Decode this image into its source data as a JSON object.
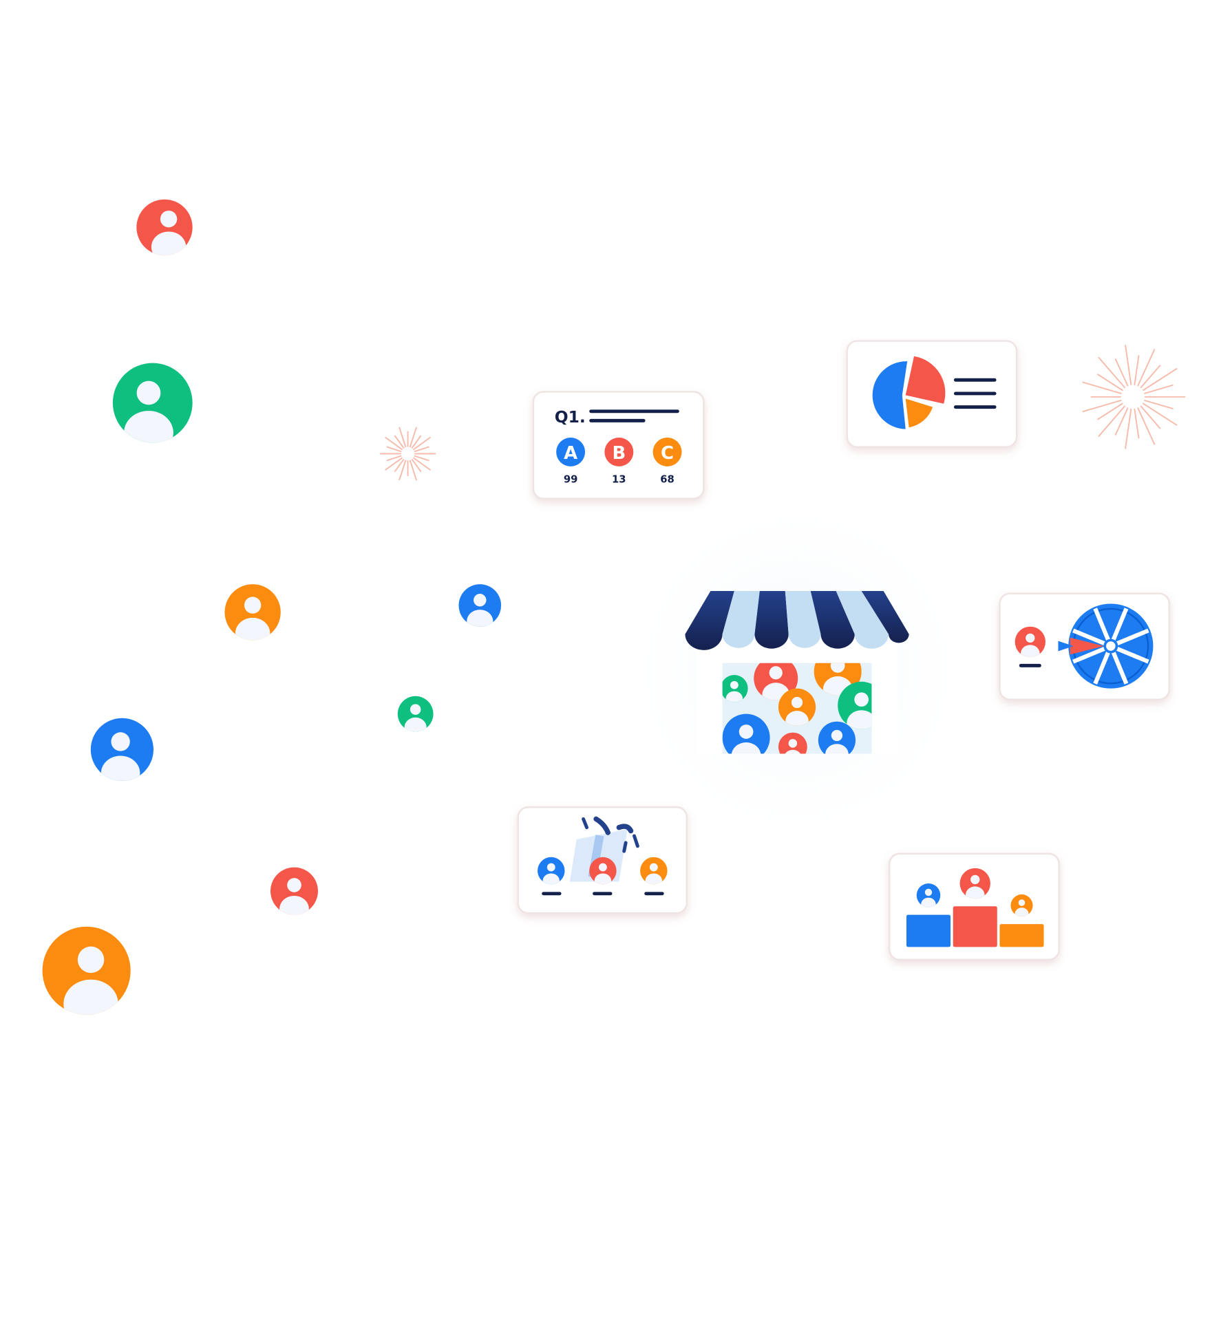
{
  "colors": {
    "blue": "#1e7cf2",
    "red": "#f4574a",
    "orange": "#fb8c0f",
    "green": "#0fbf7f",
    "navy": "#1a2b66",
    "light_blue": "#c3ddf3",
    "burst": "#f7b9a9"
  },
  "quiz_card": {
    "question_label": "Q1.",
    "options": [
      {
        "letter": "A",
        "count": "99"
      },
      {
        "letter": "B",
        "count": "13"
      },
      {
        "letter": "C",
        "count": "68"
      }
    ]
  }
}
